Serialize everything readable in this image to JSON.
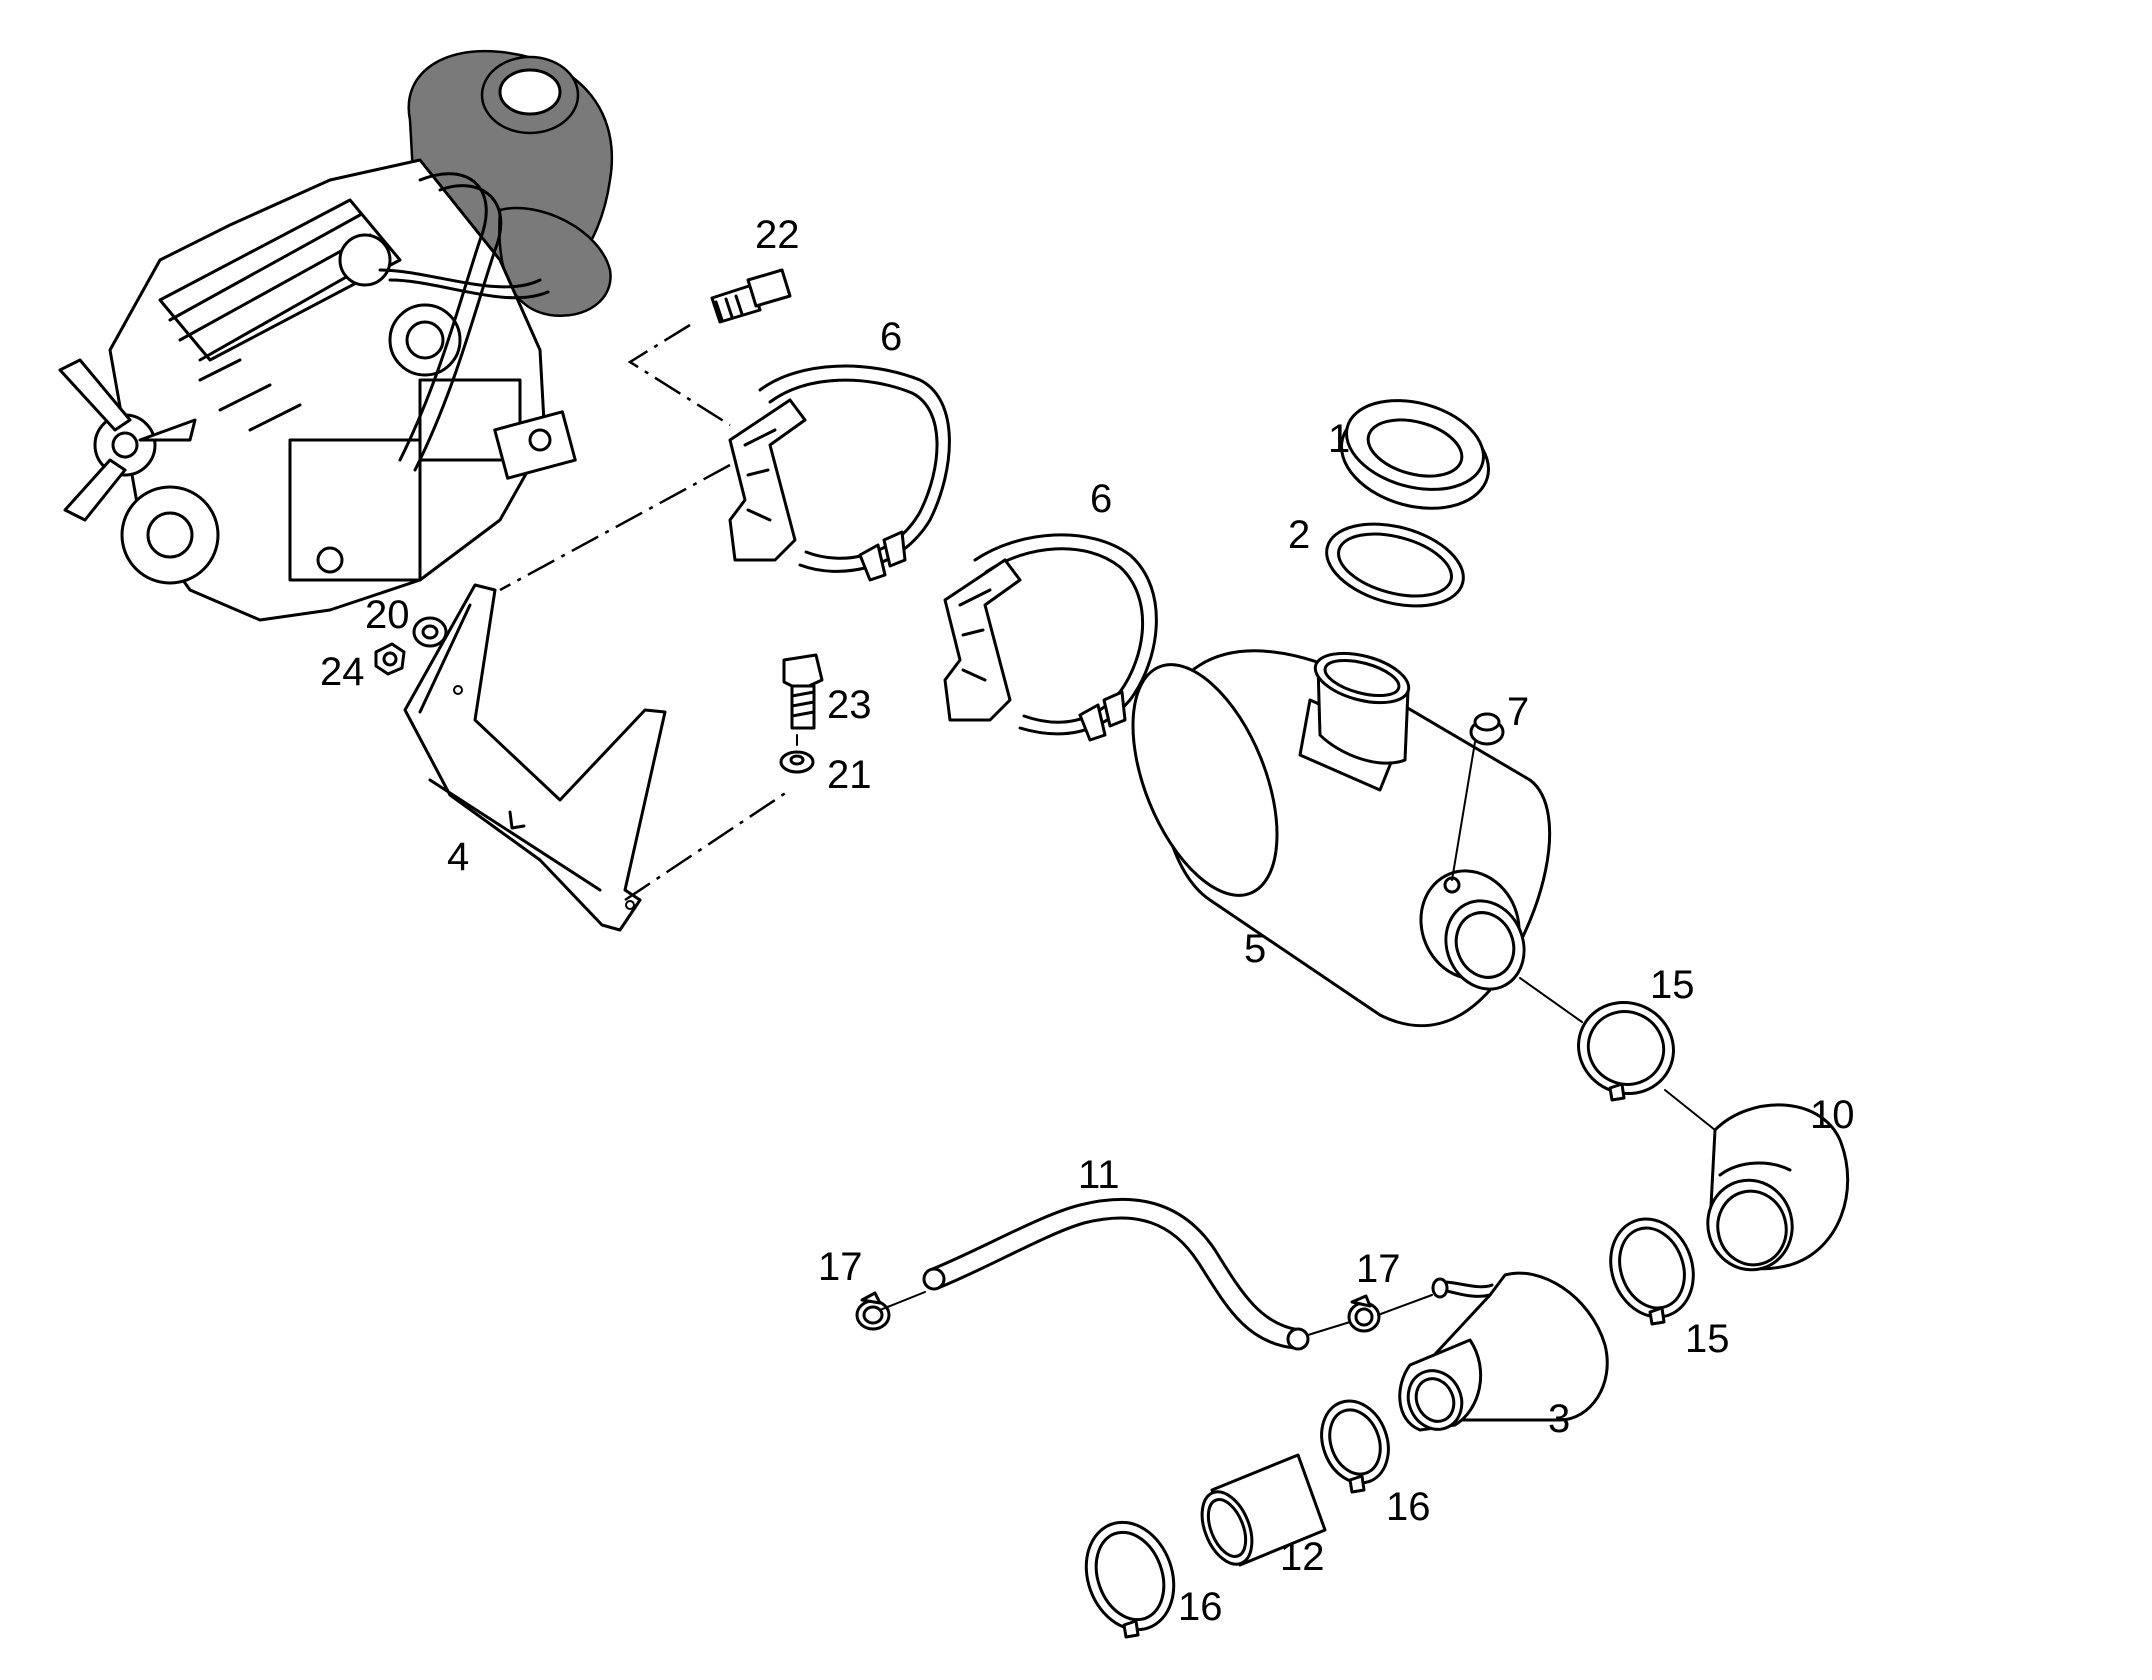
{
  "labels": {
    "p1": "1",
    "p2": "2",
    "p3": "3",
    "p4": "4",
    "p5": "5",
    "p6a": "6",
    "p6b": "6",
    "p7": "7",
    "p10": "10",
    "p11": "11",
    "p12": "12",
    "p15a": "15",
    "p15b": "15",
    "p16a": "16",
    "p16b": "16",
    "p17a": "17",
    "p17b": "17",
    "p20": "20",
    "p21": "21",
    "p22": "22",
    "p23": "23",
    "p24": "24"
  },
  "parts": [
    {
      "id": "1",
      "name": "gasket-ring-large"
    },
    {
      "id": "2",
      "name": "gasket-ring"
    },
    {
      "id": "3",
      "name": "air-intake-reducer"
    },
    {
      "id": "4",
      "name": "mounting-bracket"
    },
    {
      "id": "5",
      "name": "air-filter-housing"
    },
    {
      "id": "6",
      "name": "clamp-band"
    },
    {
      "id": "7",
      "name": "plug"
    },
    {
      "id": "10",
      "name": "elbow-hose"
    },
    {
      "id": "11",
      "name": "vent-hose"
    },
    {
      "id": "12",
      "name": "hose-sleeve"
    },
    {
      "id": "15",
      "name": "hose-clamp"
    },
    {
      "id": "16",
      "name": "hose-clamp"
    },
    {
      "id": "17",
      "name": "small-hose-clamp"
    },
    {
      "id": "20",
      "name": "washer"
    },
    {
      "id": "21",
      "name": "washer"
    },
    {
      "id": "22",
      "name": "bolt"
    },
    {
      "id": "23",
      "name": "bolt"
    },
    {
      "id": "24",
      "name": "nut"
    }
  ]
}
